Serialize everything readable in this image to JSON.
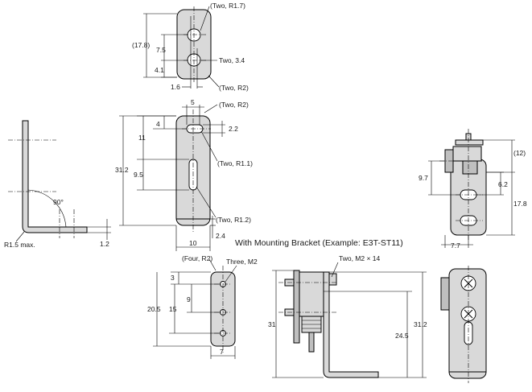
{
  "caption": "With Mounting Bracket (Example: E3T-ST11)",
  "top_view": {
    "r17": "(Two, R1.7)",
    "d178": "(17.8)",
    "d75": "7.5",
    "d34": "Two, 3.4",
    "d41": "4.1",
    "d16": "1.6",
    "r2": "(Two, R2)"
  },
  "front_view": {
    "d5": "5",
    "r2": "(Two, R2)",
    "d4": "4",
    "d22": "2.2",
    "d11": "11",
    "r11": "(Two, R1.1)",
    "d312": "31.2",
    "d95": "9.5",
    "r12": "(Two, R1.2)",
    "d24": "2.4",
    "d10": "10"
  },
  "side_view": {
    "angle": "90°",
    "r15": "R1.5 max.",
    "d12": "1.2"
  },
  "bracket_view": {
    "r2": "(Four, R2)",
    "m2": "Three, M2",
    "d3": "3",
    "d9": "9",
    "d205": "20.5",
    "d15": "15",
    "d7": "7"
  },
  "sensor_right": {
    "d12": "(12)",
    "d97": "9.7",
    "d62": "6.2",
    "d178": "17.8",
    "d77": "7.7"
  },
  "assembly": {
    "m2": "Two, M2 × 14",
    "d31": "31",
    "d312": "31.2",
    "d245": "24.5"
  }
}
